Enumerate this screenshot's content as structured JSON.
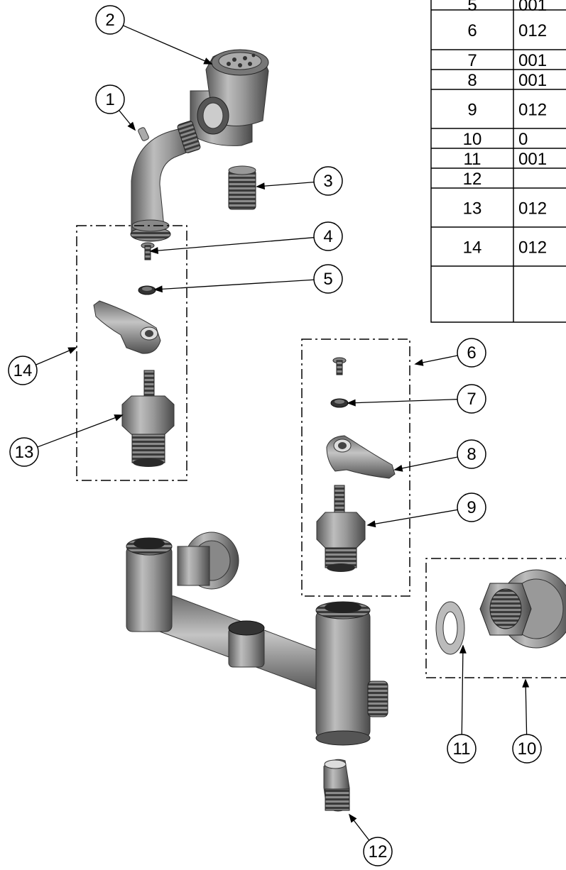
{
  "parts_table": {
    "rows": [
      {
        "item": "5",
        "part": "001"
      },
      {
        "item": "6",
        "part": "012"
      },
      {
        "item": "7",
        "part": "001"
      },
      {
        "item": "8",
        "part": "001"
      },
      {
        "item": "9",
        "part": "012"
      },
      {
        "item": "10",
        "part": "0"
      },
      {
        "item": "11",
        "part": "001"
      },
      {
        "item": "12",
        "part": ""
      },
      {
        "item": "13",
        "part": "012"
      },
      {
        "item": "14",
        "part": "012"
      }
    ]
  },
  "balloons": [
    {
      "label": "1"
    },
    {
      "label": "2"
    },
    {
      "label": "3"
    },
    {
      "label": "4"
    },
    {
      "label": "5"
    },
    {
      "label": "6"
    },
    {
      "label": "7"
    },
    {
      "label": "8"
    },
    {
      "label": "9"
    },
    {
      "label": "10"
    },
    {
      "label": "11"
    },
    {
      "label": "12"
    },
    {
      "label": "13"
    },
    {
      "label": "14"
    }
  ]
}
